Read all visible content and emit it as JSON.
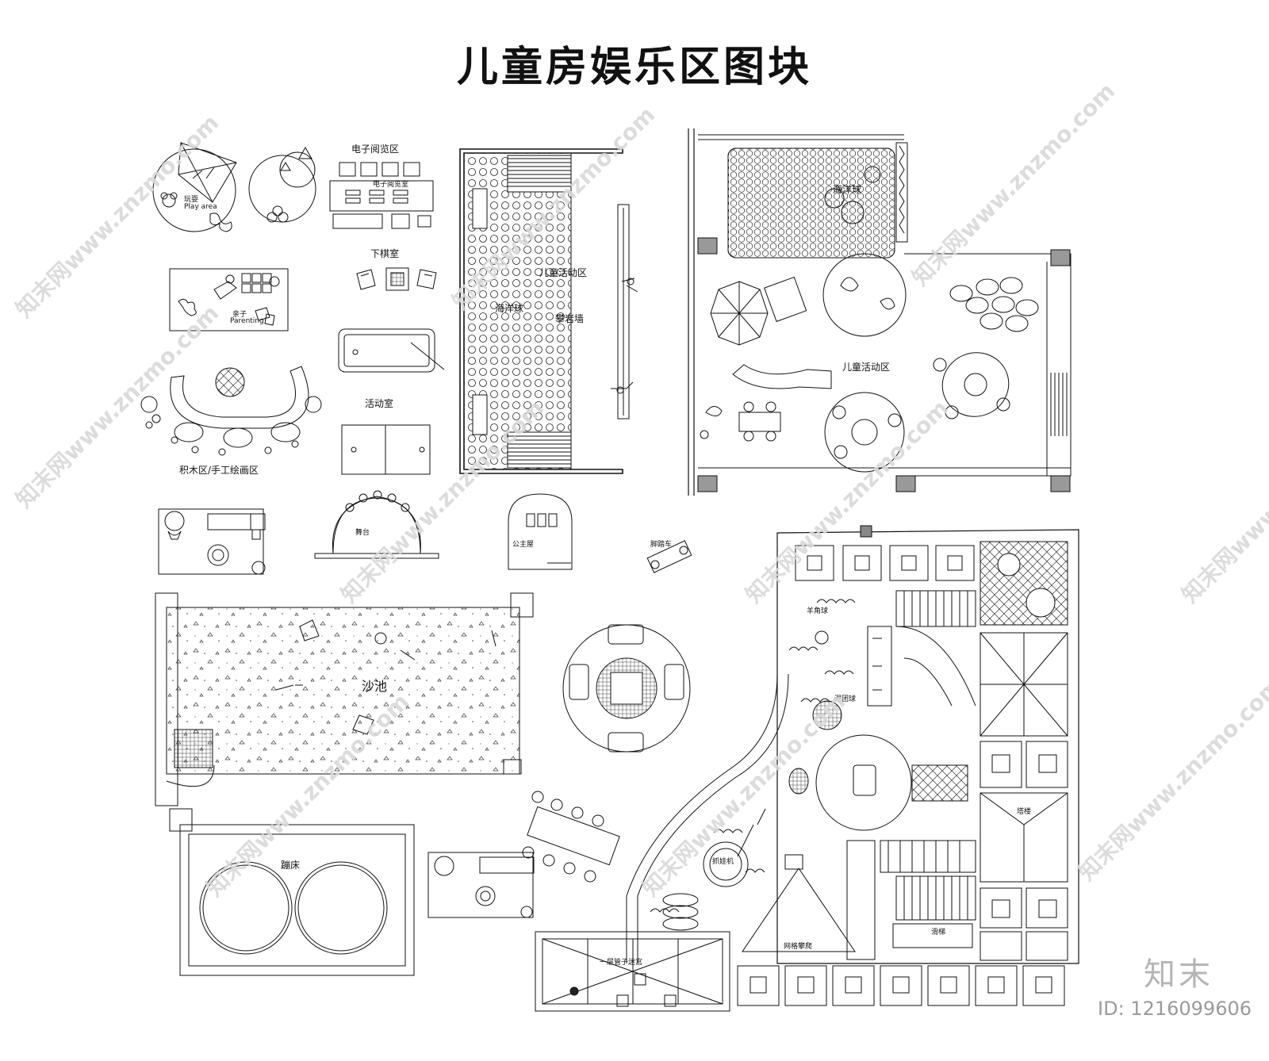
{
  "title": "儿童房娱乐区图块",
  "labels": {
    "ereader_area": "电子阅览区",
    "ereader_small": "电子阅览室",
    "play_area_cn": "玩耍",
    "play_area_en": "Play area",
    "chess_room": "下棋室",
    "parenting_cn": "亲子",
    "parenting_en": "Parenting",
    "kids_activity_left": "儿童活动区",
    "ocean_ball": "海洋球",
    "climbing_wall": "攀岩墙",
    "activity_room": "活动室",
    "blocks_area": "积木区/手工绘画区",
    "stage": "舞台",
    "princess_house": "公主屋",
    "foot_car": "脚踏车",
    "sandpit": "沙池",
    "trampoline": "蹦床",
    "ball_pool_right": "海洋球",
    "kids_activity_right": "儿童活动区",
    "croissant_ball": "羊角球",
    "clay_ball": "泥团球",
    "grab_machine": "抓娃机",
    "maze": "一层管子迷宫",
    "tower": "塔楼",
    "slide": "滑梯",
    "net_climb": "网格攀爬"
  },
  "watermark": "知末网www.znzmo.com",
  "brand": "知末",
  "image_id": "ID: 1216099606"
}
